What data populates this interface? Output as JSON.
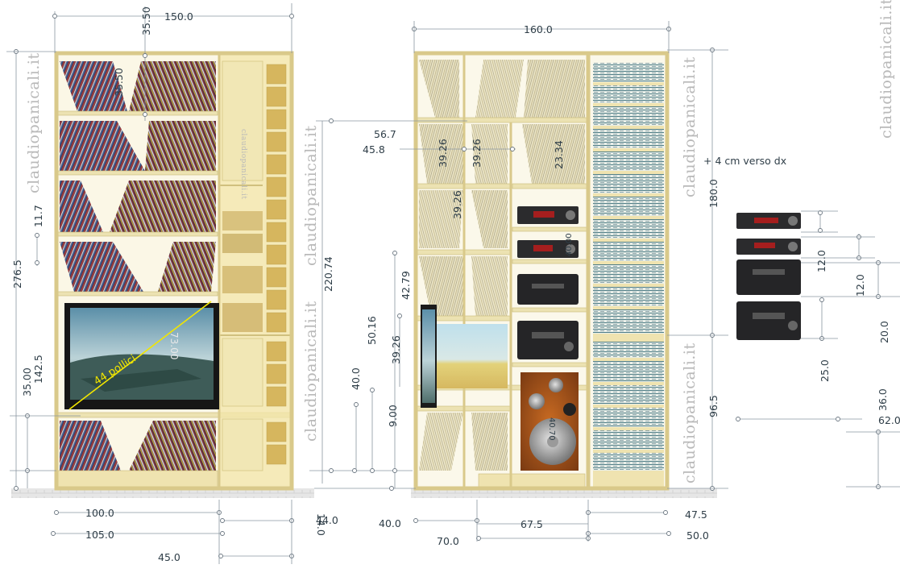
{
  "watermarks": {
    "wm_left": "claudiopanicali.it",
    "wm_inner": "claudiopanicali.it",
    "wm_mid_top": "claudiopanicali.it",
    "wm_mid_bottom": "claudiopanicali.it",
    "wm_right_top": "claudiopanicali.it",
    "wm_right_bottom": "claudiopanicali.it",
    "wm_far_right": "claudiopanicali.it"
  },
  "labels": {
    "tv_diagonal": "44 pollici",
    "shift_note": "+ 4 cm verso dx"
  },
  "dims": {
    "d150": "150.0",
    "d3550_top": "35.50",
    "d3550_in": "35.50",
    "d117": "11.7",
    "d2765": "276.5",
    "d1425": "142.5",
    "d3500": "35.00",
    "d2207": "220.74",
    "d7300": "73.00",
    "d1000": "100.0",
    "d1050": "105.0",
    "d450": "45.0",
    "d140": "14.0",
    "d440": "44.0",
    "d1600": "160.0",
    "d567": "56.7",
    "d458": "45.8",
    "d3926a": "39.26",
    "d3926b": "39.26",
    "d3926c": "39.26",
    "d3926d": "39.26",
    "d2334": "23.34",
    "d4279": "42.79",
    "d5016": "50.16",
    "d400v": "40.0",
    "d900": "9.00",
    "d4000e": "40.00",
    "d4070": "40.70",
    "d400": "40.0",
    "d675": "67.5",
    "d700": "70.0",
    "d475": "47.5",
    "d500": "50.0",
    "d1800": "180.0",
    "d965": "96.5",
    "d120a": "12.0",
    "d120b": "12.0",
    "d200": "20.0",
    "d250": "25.0",
    "d360": "36.0",
    "d620": "62.0"
  },
  "colors": {
    "frame": "#d9c98a",
    "dimension_text": "#2f3e48",
    "watermark": "#b9b9b9",
    "tv_label": "#f2e600"
  }
}
